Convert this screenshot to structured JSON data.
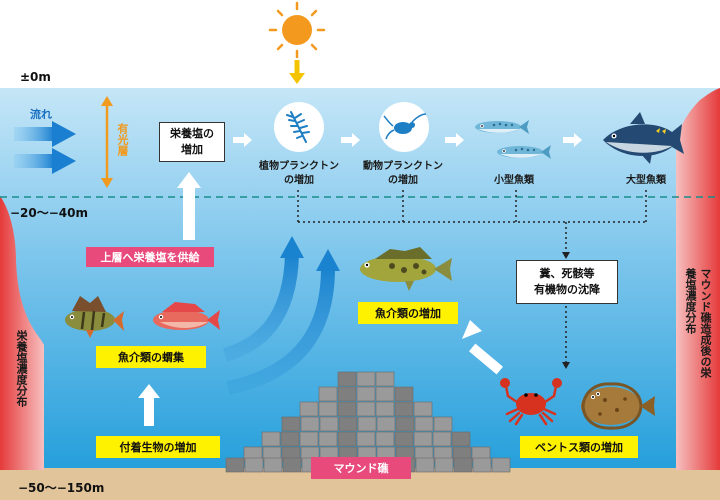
{
  "depth_labels": {
    "surface": "±0m",
    "mid": "−20～−40m",
    "bottom": "−50～−150m"
  },
  "surface": {
    "current": "流れ",
    "photic_zone": "有光層"
  },
  "boxes": {
    "nutrient_increase_1": "栄養塩の",
    "nutrient_increase_2": "増加",
    "sedimentation_1": "糞、死骸等",
    "sedimentation_2": "有機物の沈降"
  },
  "food_chain": {
    "phytoplankton_1": "植物プランクトン",
    "phytoplankton_2": "の増加",
    "zooplankton_1": "動物プランクトン",
    "zooplankton_2": "の増加",
    "small_fish": "小型魚類",
    "large_fish": "大型魚類"
  },
  "pink_labels": {
    "nutrient_supply": "上層へ栄養塩を供給",
    "mound_reef": "マウンド礁"
  },
  "yellow_labels": {
    "fish_gathering": "魚介類の蝟集",
    "fish_increase": "魚介類の増加",
    "attached_organisms": "付着生物の増加",
    "benthos_increase": "ベントス類の増加"
  },
  "side_labels": {
    "left": "栄養塩濃度分布",
    "right": "マウンド礁造成後の栄養塩濃度分布"
  },
  "colors": {
    "water_top": "#bfe3f6",
    "water_bottom": "#2fa5de",
    "seabed": "#e2c49a",
    "gradient_red": "#e83030",
    "block": "#8f8f8f",
    "yellow": "#fff200",
    "pink": "#e84a7b",
    "arrow_orange": "#f09a1e",
    "sun": "#f39a1e",
    "upwelling_blue": "#1a83cf"
  },
  "icons": [
    "sun-icon",
    "current-arrow-icon",
    "phytoplankton-icon",
    "zooplankton-icon",
    "small-fish-icon",
    "tuna-icon",
    "perch-icon",
    "red-fish-icon",
    "crab-icon",
    "flatfish-icon"
  ]
}
